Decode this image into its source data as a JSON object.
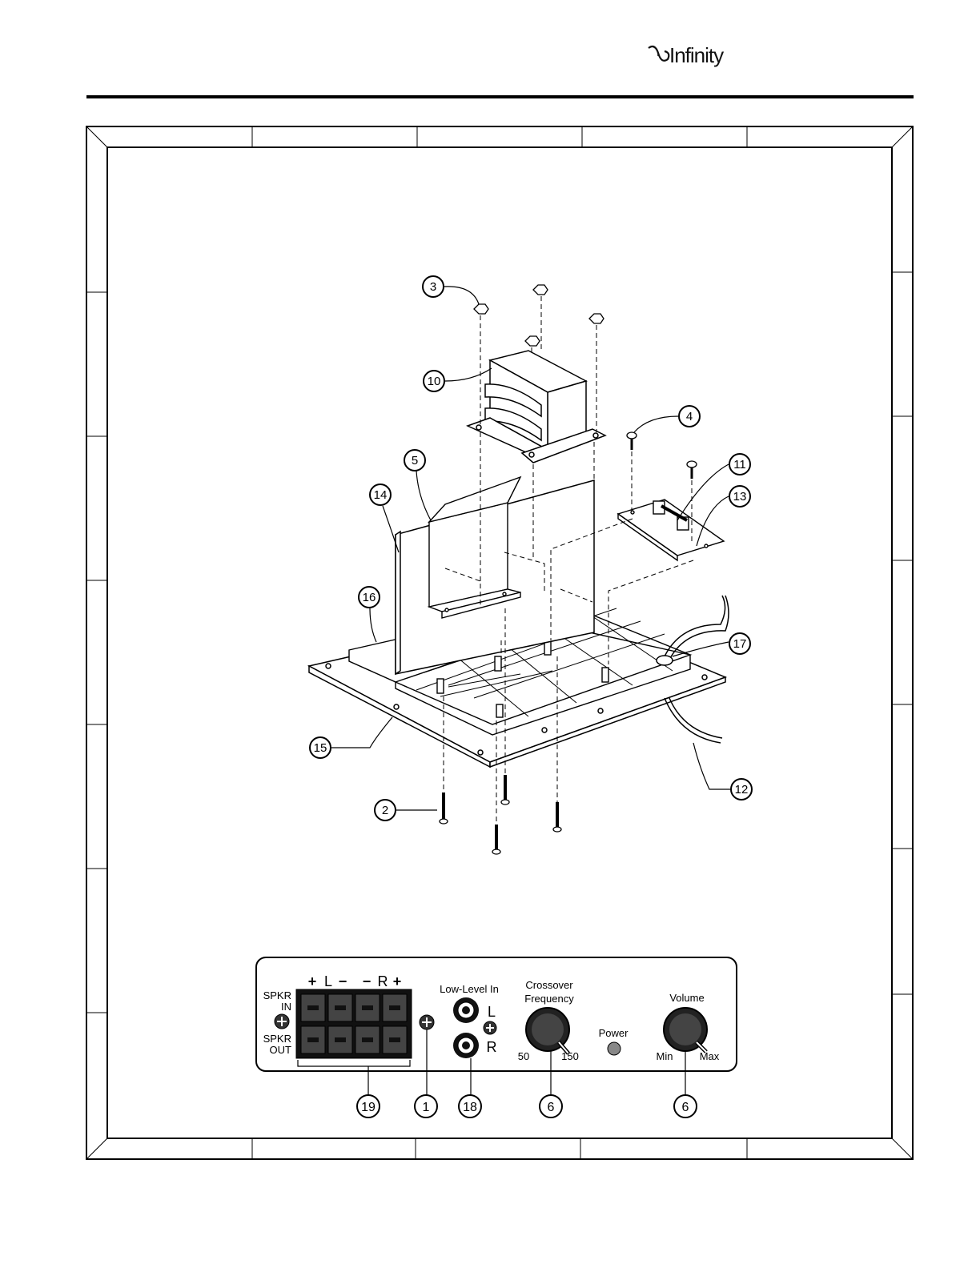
{
  "brand": {
    "name": "Infinity"
  },
  "callouts": {
    "c1": "1",
    "c2": "2",
    "c3": "3",
    "c4": "4",
    "c5": "5",
    "c6": "6",
    "c10": "10",
    "c11": "11",
    "c12": "12",
    "c13": "13",
    "c14": "14",
    "c15": "15",
    "c16": "16",
    "c17": "17",
    "c18": "18",
    "c19": "19"
  },
  "panel": {
    "polarity": [
      "+",
      "L",
      "−",
      "−",
      "R",
      "+"
    ],
    "spkr_in": [
      "SPKR",
      "IN"
    ],
    "spkr_out": [
      "SPKR",
      "OUT"
    ],
    "low_level_in": "Low-Level In",
    "jack_l": "L",
    "jack_r": "R",
    "crossover": [
      "Crossover",
      "Frequency"
    ],
    "crossover_min": "50",
    "crossover_max": "150",
    "power": "Power",
    "volume": "Volume",
    "volume_min": "Min",
    "volume_max": "Max"
  }
}
